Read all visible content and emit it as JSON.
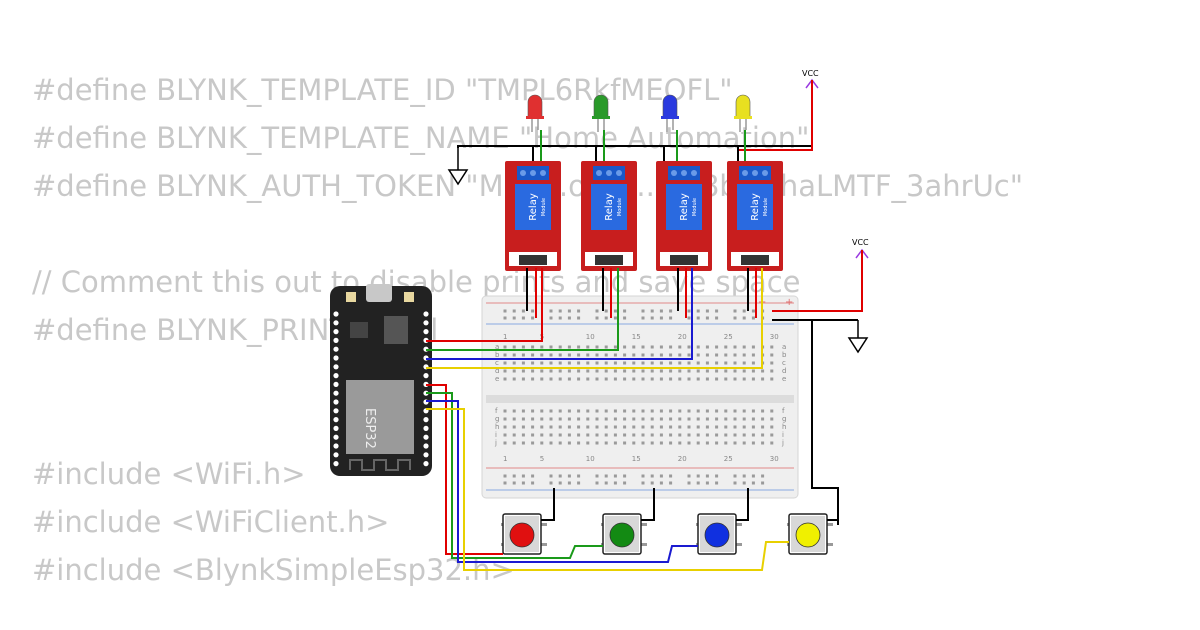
{
  "code_lines": [
    "#define BLYNK_TEMPLATE_ID \"TMPL6RkfMEOFL\"",
    "#define BLYNK_TEMPLATE_NAME \"Home Automation\"",
    "#define BLYNK_AUTH_TOKEN \"MeK...oO7...u...8bgwhaLMTF_3ahrUc\"",
    "",
    "// Comment this out to disable prints and save space",
    "#define BLYNK_PRINT Serial",
    "",
    "",
    "#include <WiFi.h>",
    "#include <WiFiClient.h>",
    "#include <BlynkSimpleEsp32.h>"
  ],
  "vcc_label": "VCC",
  "esp32_label": "ESP32",
  "relay_text": "Relay",
  "relay_sub": "Module",
  "breadboard_cols": [
    "1",
    "5",
    "10",
    "15",
    "20",
    "25",
    "30"
  ],
  "breadboard_rows": [
    "a",
    "b",
    "c",
    "d",
    "e",
    "f",
    "g",
    "h",
    "i",
    "j"
  ],
  "led_colors": [
    "#e03030",
    "#2a9a2a",
    "#2a3adf",
    "#e8e020"
  ],
  "button_colors": [
    "#e01010",
    "#138a13",
    "#1030e0",
    "#f0f000"
  ],
  "wire_colors": {
    "red": "#e00000",
    "green": "#1a9a1a",
    "blue": "#1a1ad0",
    "yellow": "#e8d000",
    "black": "#000000"
  }
}
